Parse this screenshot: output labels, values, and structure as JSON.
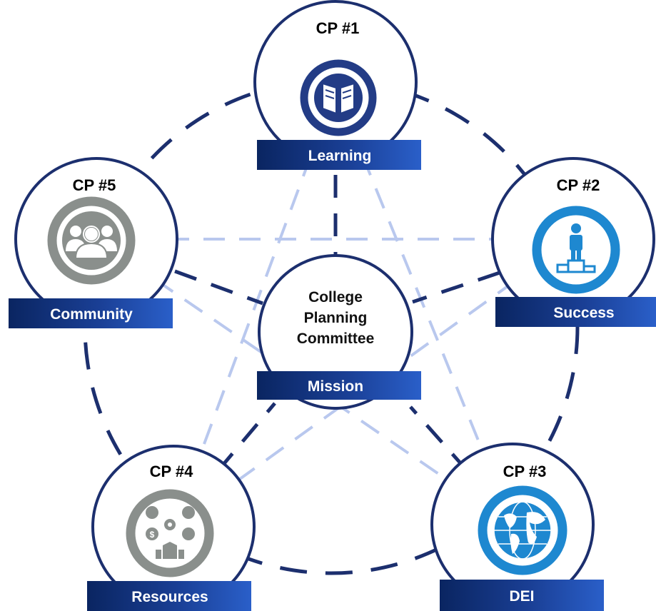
{
  "colors": {
    "navy": "#1c2f6e",
    "inner_dashes": "#b9c8ee",
    "dark_blue_icon": "#233c86",
    "light_blue_icon": "#1e88d0",
    "grey_icon": "#8a8f8c",
    "label_dark": "#0a2561",
    "label_mid": "#1f4bb0"
  },
  "center": {
    "lines": [
      "College",
      "Planning",
      "Committee"
    ],
    "label": "Mission"
  },
  "nodes": [
    {
      "id": "cp1",
      "title": "CP #1",
      "label": "Learning",
      "icon": "book-icon",
      "icon_color": "dark-blue"
    },
    {
      "id": "cp2",
      "title": "CP #2",
      "label": "Success",
      "icon": "podium-icon",
      "icon_color": "light-blue"
    },
    {
      "id": "cp3",
      "title": "CP #3",
      "label": "DEI",
      "icon": "globe-icon",
      "icon_color": "light-blue"
    },
    {
      "id": "cp4",
      "title": "CP #4",
      "label": "Resources",
      "icon": "resources-icon",
      "icon_color": "grey"
    },
    {
      "id": "cp5",
      "title": "CP #5",
      "label": "Community",
      "icon": "people-icon",
      "icon_color": "grey"
    }
  ]
}
